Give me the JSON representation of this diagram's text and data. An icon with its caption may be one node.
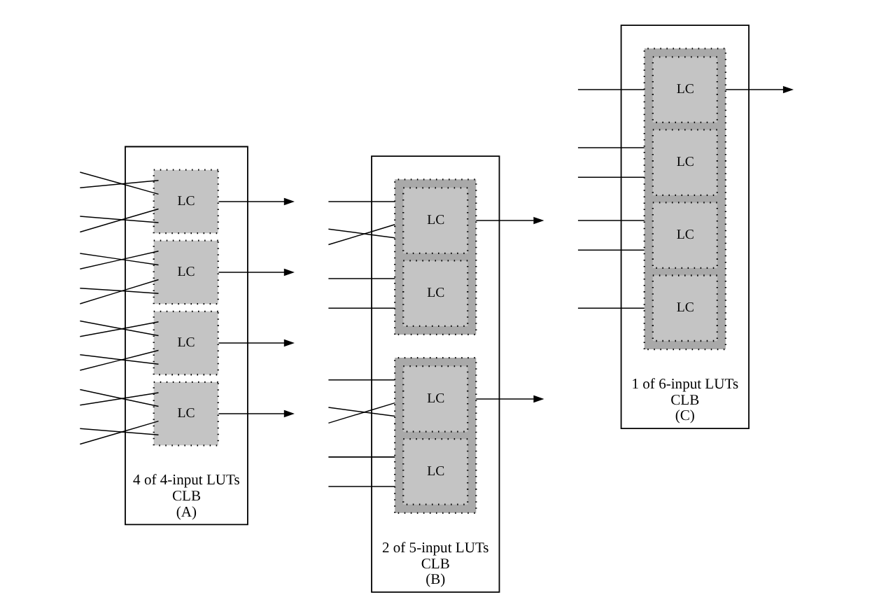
{
  "diagram": {
    "nodes": [
      {
        "text": [
          "4 of 4-input LUTs",
          "CLB"
        ],
        "beside": [
          "(A)"
        ]
      },
      {
        "text": [
          "LC"
        ],
        "in": 0
      },
      {
        "text": [
          "LC"
        ],
        "in": 0
      },
      {
        "text": [
          "LC"
        ],
        "in": 0
      },
      {
        "text": [
          "LC"
        ],
        "in": 0
      },
      {
        "text": [
          "2 of 5-input LUTs",
          "CLB"
        ],
        "beside": [
          "(B)"
        ]
      },
      {
        "text": [],
        "shape": "box",
        "in": 5
      },
      {
        "text": [
          "LC"
        ],
        "in": 6
      },
      {
        "text": [
          "LC"
        ],
        "in": 6
      },
      {
        "text": [],
        "shape": "box",
        "in": 5
      },
      {
        "text": [
          "LC"
        ],
        "in": 9
      },
      {
        "text": [
          "LC"
        ],
        "in": 9
      },
      {
        "text": [
          "1 of 6-input LUTs",
          "CLB"
        ],
        "beside": [
          "(C)"
        ]
      },
      {
        "text": [],
        "shape": "box",
        "in": 12
      },
      {
        "text": [
          "LC"
        ],
        "in": 13
      },
      {
        "text": [
          "LC"
        ],
        "in": 13
      },
      {
        "text": [
          "LC"
        ],
        "in": 13
      },
      {
        "text": [
          "LC"
        ],
        "in": 13
      }
    ],
    "edges": [
      {
        "from": null,
        "to": 1,
        "arrow": "none"
      },
      {
        "from": null,
        "to": 1,
        "arrow": "none"
      },
      {
        "from": null,
        "to": 1,
        "arrow": "none"
      },
      {
        "from": null,
        "to": 1,
        "arrow": "none"
      },
      {
        "from": 1,
        "to": null,
        "arrow": "to"
      },
      {
        "from": null,
        "to": 2,
        "arrow": "none"
      },
      {
        "from": null,
        "to": 2,
        "arrow": "none"
      },
      {
        "from": null,
        "to": 2,
        "arrow": "none"
      },
      {
        "from": null,
        "to": 2,
        "arrow": "none"
      },
      {
        "from": 2,
        "to": null,
        "arrow": "to"
      },
      {
        "from": null,
        "to": 3,
        "arrow": "none"
      },
      {
        "from": null,
        "to": 3,
        "arrow": "none"
      },
      {
        "from": null,
        "to": 3,
        "arrow": "none"
      },
      {
        "from": null,
        "to": 3,
        "arrow": "none"
      },
      {
        "from": 3,
        "to": null,
        "arrow": "to"
      },
      {
        "from": null,
        "to": 4,
        "arrow": "none"
      },
      {
        "from": null,
        "to": 4,
        "arrow": "none"
      },
      {
        "from": null,
        "to": 4,
        "arrow": "none"
      },
      {
        "from": null,
        "to": 4,
        "arrow": "none"
      },
      {
        "from": 4,
        "to": null,
        "arrow": "to"
      },
      {
        "from": null,
        "to": 6,
        "arrow": "none"
      },
      {
        "from": null,
        "to": 6,
        "arrow": "none"
      },
      {
        "from": null,
        "to": 6,
        "arrow": "none"
      },
      {
        "from": null,
        "to": 6,
        "arrow": "none"
      },
      {
        "from": null,
        "to": 6,
        "arrow": "none"
      },
      {
        "from": 6,
        "to": null,
        "arrow": "to"
      },
      {
        "from": null,
        "to": 9,
        "arrow": "none"
      },
      {
        "from": null,
        "to": 9,
        "arrow": "none"
      },
      {
        "from": null,
        "to": 9,
        "arrow": "none"
      },
      {
        "from": null,
        "to": 9,
        "arrow": "none"
      },
      {
        "from": null,
        "to": 9,
        "arrow": "none"
      },
      {
        "from": 9,
        "to": null,
        "arrow": "to"
      },
      {
        "from": null,
        "to": 13,
        "arrow": "none"
      },
      {
        "from": null,
        "to": 13,
        "arrow": "none"
      },
      {
        "from": null,
        "to": 13,
        "arrow": "none"
      },
      {
        "from": null,
        "to": 13,
        "arrow": "none"
      },
      {
        "from": null,
        "to": 13,
        "arrow": "none"
      },
      {
        "from": null,
        "to": 13,
        "arrow": "none"
      },
      {
        "from": 13,
        "to": null,
        "arrow": "to"
      }
    ]
  }
}
